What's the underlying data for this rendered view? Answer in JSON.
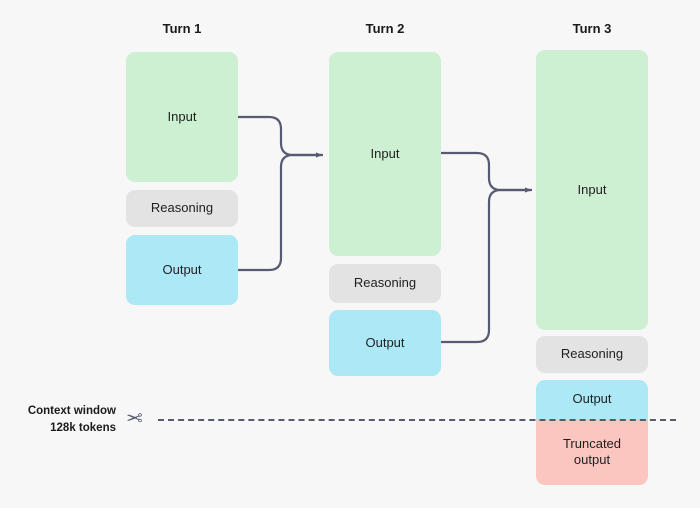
{
  "diagram": {
    "title_turn1": "Turn 1",
    "title_turn2": "Turn 2",
    "title_turn3": "Turn 3",
    "labels": {
      "input": "Input",
      "reasoning": "Reasoning",
      "output": "Output",
      "truncated_output": "Truncated output"
    },
    "context": {
      "line1": "Context window",
      "line2": "128k tokens",
      "scissors_icon": "✂"
    },
    "colors": {
      "background": "#f7f7f7",
      "input": "#cdf0d3",
      "reasoning": "#e3e3e3",
      "output": "#ade8f7",
      "truncated": "#fcc6c0",
      "connector": "#575a72",
      "text": "#1f1f1f"
    },
    "turns": [
      {
        "name": "Turn 1",
        "blocks": [
          {
            "label": "Input",
            "type": "input"
          },
          {
            "label": "Reasoning",
            "type": "reasoning"
          },
          {
            "label": "Output",
            "type": "output"
          }
        ]
      },
      {
        "name": "Turn 2",
        "blocks": [
          {
            "label": "Input",
            "type": "input"
          },
          {
            "label": "Reasoning",
            "type": "reasoning"
          },
          {
            "label": "Output",
            "type": "output"
          }
        ]
      },
      {
        "name": "Turn 3",
        "blocks": [
          {
            "label": "Input",
            "type": "input"
          },
          {
            "label": "Reasoning",
            "type": "reasoning"
          },
          {
            "label": "Output",
            "type": "output"
          },
          {
            "label": "Truncated output",
            "type": "truncated"
          }
        ]
      }
    ]
  }
}
